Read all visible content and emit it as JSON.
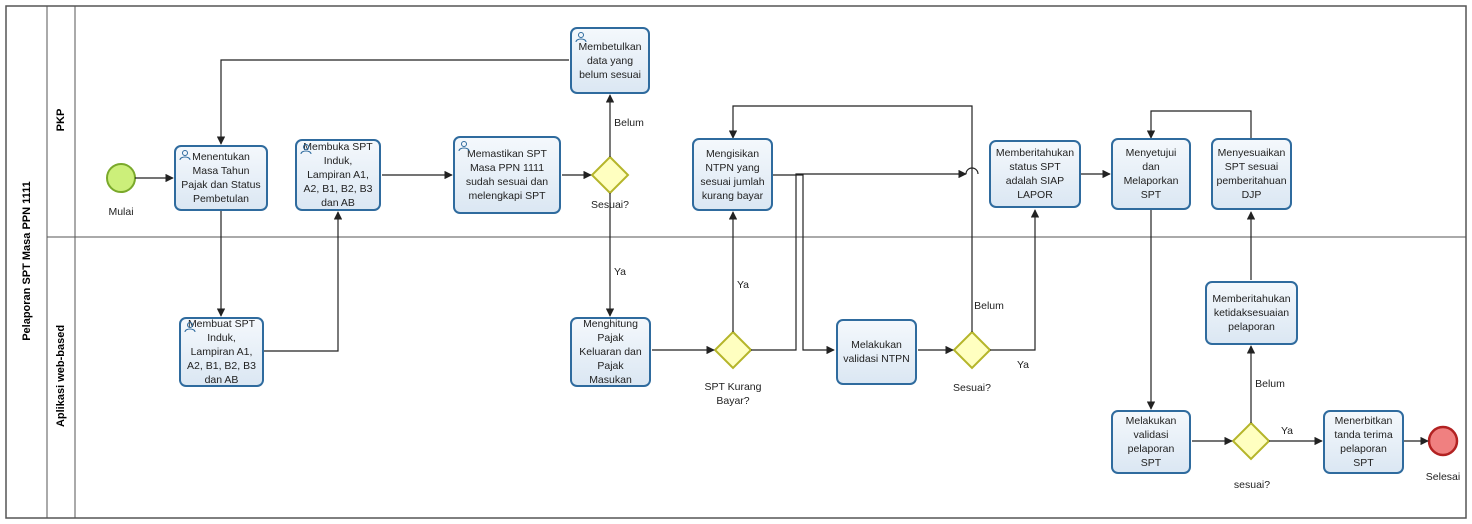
{
  "pool": {
    "title": "Pelaporan SPT Masa PPN 1111"
  },
  "lanes": {
    "top": "PKP",
    "bottom": "Aplikasi web-based"
  },
  "events": {
    "start": "Mulai",
    "end": "Selesai"
  },
  "tasks": {
    "menentukan": "Menentukan Masa Tahun Pajak dan Status Pembetulan",
    "membuka": "Membuka SPT Induk, Lampiran A1, A2, B1, B2, B3 dan AB",
    "memastikan": "Memastikan SPT Masa PPN 1111 sudah sesuai dan melengkapi SPT",
    "membetulkan": "Membetulkan data yang belum sesuai",
    "mengisikan": "Mengisikan NTPN yang sesuai jumlah kurang bayar",
    "memberitahukan_status": "Memberitahukan status SPT adalah SIAP LAPOR",
    "menyetujui": "Menyetujui dan Melaporkan SPT",
    "menyesuaikan": "Menyesuaikan SPT sesuai pemberitahuan DJP",
    "membuat": "Membuat SPT Induk, Lampiran A1, A2, B1, B2, B3 dan AB",
    "menghitung": "Menghitung Pajak Keluaran dan Pajak Masukan",
    "validasi_ntpn": "Melakukan validasi NTPN",
    "validasi_pelaporan": "Melakukan validasi pelaporan SPT",
    "ketidaksesuaian": "Memberitahukan ketidaksesuaian pelaporan",
    "menerbitkan": "Menerbitkan tanda terima pelaporan SPT"
  },
  "gateways": {
    "sesuai1": "Sesuai?",
    "kurang_bayar": "SPT Kurang Bayar?",
    "sesuai2": "Sesuai?",
    "sesuai3": "sesuai?"
  },
  "flow_labels": {
    "belum1": "Belum",
    "ya1": "Ya",
    "ya2": "Ya",
    "belum2": "Belum",
    "ya3": "Ya",
    "belum3": "Belum",
    "ya4": "Ya"
  },
  "colors": {
    "task_border": "#2f6b9e",
    "gateway_fill": "#ffffc0",
    "gateway_border": "#b5b52a",
    "start_fill": "#ccef7a",
    "start_border": "#7aa92b",
    "end_fill": "#f08080",
    "end_border": "#b22222"
  }
}
